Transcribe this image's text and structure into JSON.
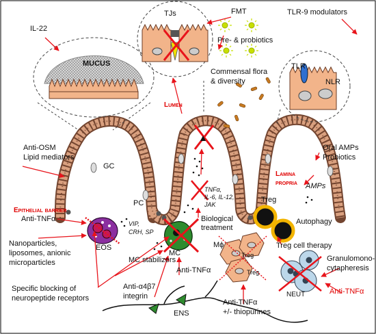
{
  "labels": {
    "tjs": "TJs",
    "fmt": "FMT",
    "tlr9": "TLR-9 modulators",
    "il22": "IL-22",
    "mucus": "MUCUS",
    "pre_probiotics": "Pre- & probiotics",
    "commensal_1": "Commensal flora",
    "commensal_2": "& diversity",
    "tlr": "TLR",
    "nlr": "NLR",
    "lumen": "Lumen",
    "anti_osm": "Anti-OSM",
    "lipid_mediators": "Lipid mediators",
    "gc": "GC",
    "oral_amps": "Oral AMPs",
    "probiotics": "Probiotics",
    "lamina_1": "Lamina",
    "lamina_2": "propria",
    "amps": "AMPs",
    "tnf_cytokines_1": "TNFα,",
    "tnf_cytokines_2": "IL-6, IL-12,",
    "tnf_cytokines_3": "JAK",
    "epithelial_barrier": "Epithelial barrier",
    "pc": "PC",
    "treg": "Treg",
    "autophagy": "Autophagy",
    "anti_tnf_left": "Anti-TNFα",
    "vip": "VIP,",
    "crh": "CRH, SP",
    "biological_1": "Biological",
    "biological_2": "treatment",
    "eos": "EOS",
    "nanoparticles_1": "Nanoparticles,",
    "nanoparticles_2": "liposomes, anionic",
    "nanoparticles_3": "microparticles",
    "mc": "MC",
    "treg_therapy": "Treg cell therapy",
    "mphi": "Mϕ",
    "granulo_1": "Granulomono-",
    "granulo_2": "cytapheresis",
    "mc_stabilizers": "MC stabilizers",
    "anti_tnf_mc": "Anti-TNFα",
    "specific_1": "Specific blocking of",
    "specific_2": "neuropeptide receptors",
    "a4b7_1": "Anti-α4β7",
    "a4b7_2": "integrin",
    "neut": "NEUT",
    "anti_tnf_neut": "Anti-TNFα",
    "ens": "ENS",
    "anti_tnf_thio_1": "Anti-TNFα",
    "anti_tnf_thio_2": "+/- thiopurines",
    "treg_cell_a": "Treg",
    "treg_cell_b": "Treg"
  },
  "colors": {
    "arrow": "#e8141b",
    "cross": "#e8141b",
    "highlight_text": "#e00000",
    "crypt_cells": "#d9a07f",
    "eos_body": "#8b2fa0",
    "mc_body": "#2e8b2e",
    "treg_ring": "#f2b400",
    "macrophage": "#f2b48a",
    "neutrophil": "#bcd7ea",
    "tlr_receptor": "#2f6fd0",
    "tj_trigger": "#f0e000",
    "probiotic_sun": "#c8e000"
  }
}
